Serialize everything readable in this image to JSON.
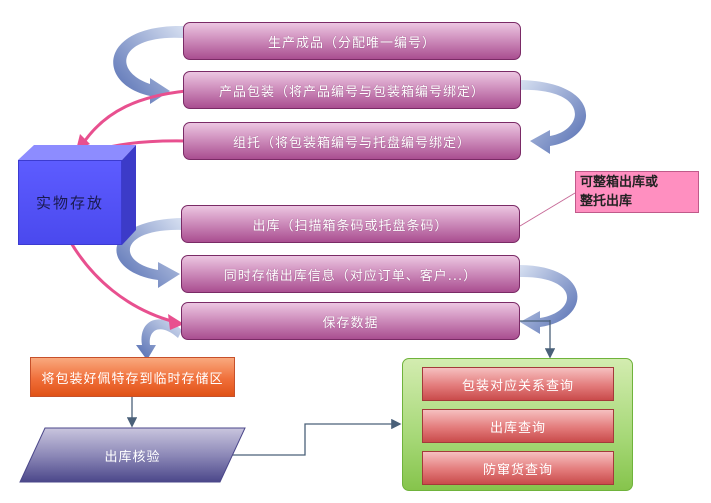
{
  "diagram": {
    "steps": [
      {
        "id": "produce",
        "label": "生产成品（分配唯一编号）"
      },
      {
        "id": "package",
        "label": "产品包装（将产品编号与包装箱编号绑定）"
      },
      {
        "id": "palletize",
        "label": "组托（将包装箱编号与托盘编号绑定）"
      },
      {
        "id": "outbound",
        "label": "出库（扫描箱条码或托盘条码）"
      },
      {
        "id": "store-info",
        "label": "同时存储出库信息（对应订单、客户...）"
      },
      {
        "id": "save",
        "label": "保存数据"
      }
    ],
    "storage": {
      "label": "实物存放"
    },
    "note": {
      "line1": "可整箱出库或",
      "line2": "整托出库"
    },
    "temp_area": {
      "label": "将包装好佩特存到临时存储区"
    },
    "verify": {
      "label": "出库核验"
    },
    "queries": [
      {
        "label": "包装对应关系查询"
      },
      {
        "label": "出库查询"
      },
      {
        "label": "防窜货查询"
      }
    ],
    "colors": {
      "step": "#b8639f",
      "storage": "#5554f5",
      "note": "#ff8fc0",
      "temp_area": "#f06f3a",
      "verify": "#6b6aa0",
      "query_panel": "#a6d877",
      "query_item": "#d96262",
      "pink_arrow": "#e8508f",
      "blue_arrow": "#5a73b5"
    }
  }
}
